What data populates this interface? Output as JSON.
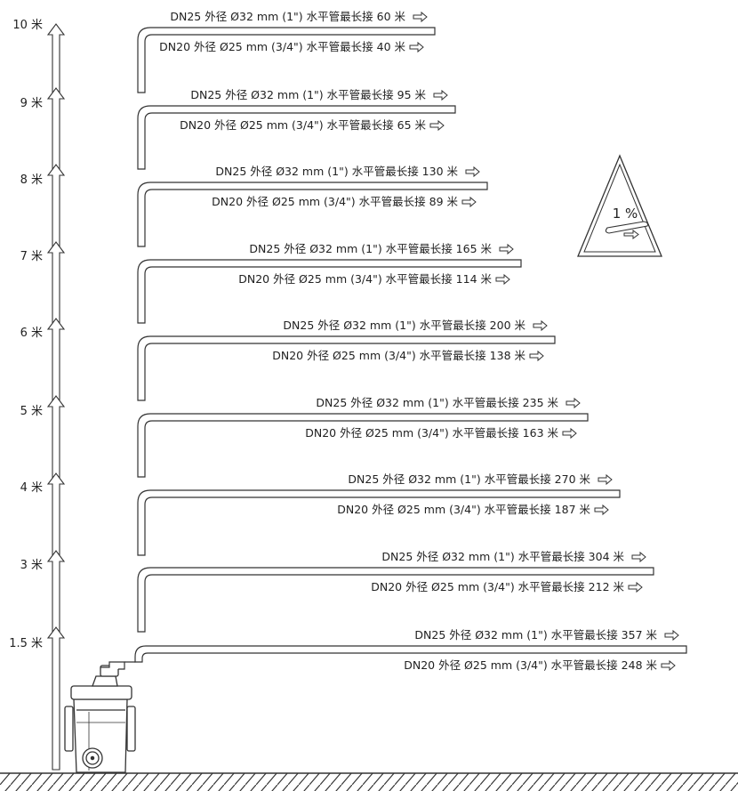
{
  "slope_label": "1 %",
  "rows": [
    {
      "height": "10 米",
      "dn25": "DN25 外径 Ø32 mm (1\") 水平管最长接 60 米",
      "dn20": "DN20 外径 Ø25 mm (3/4\") 水平管最长接 40 米"
    },
    {
      "height": "9 米",
      "dn25": "DN25 外径 Ø32 mm (1\") 水平管最长接 95 米",
      "dn20": "DN20 外径 Ø25 mm (3/4\") 水平管最长接 65 米"
    },
    {
      "height": "8 米",
      "dn25": "DN25 外径 Ø32 mm (1\") 水平管最长接 130 米",
      "dn20": "DN20 外径 Ø25 mm (3/4\") 水平管最长接 89 米"
    },
    {
      "height": "7 米",
      "dn25": "DN25 外径 Ø32 mm (1\") 水平管最长接 165 米",
      "dn20": "DN20 外径 Ø25 mm (3/4\") 水平管最长接 114 米"
    },
    {
      "height": "6 米",
      "dn25": "DN25 外径 Ø32 mm (1\") 水平管最长接 200 米",
      "dn20": "DN20 外径 Ø25 mm (3/4\") 水平管最长接 138 米"
    },
    {
      "height": "5 米",
      "dn25": "DN25 外径 Ø32 mm (1\") 水平管最长接 235 米",
      "dn20": "DN20 外径 Ø25 mm (3/4\") 水平管最长接 163 米"
    },
    {
      "height": "4 米",
      "dn25": "DN25 外径 Ø32 mm (1\") 水平管最长接 270 米",
      "dn20": "DN20 外径 Ø25 mm (3/4\") 水平管最长接 187 米"
    },
    {
      "height": "3 米",
      "dn25": "DN25 外径 Ø32 mm (1\") 水平管最长接 304 米",
      "dn20": "DN20 外径 Ø25 mm (3/4\") 水平管最长接 212 米"
    },
    {
      "height": "1.5 米",
      "dn25": "DN25 外径 Ø32 mm (1\") 水平管最长接 357 米",
      "dn20": "DN20 外径 Ø25 mm (3/4\") 水平管最长接 248 米"
    }
  ]
}
